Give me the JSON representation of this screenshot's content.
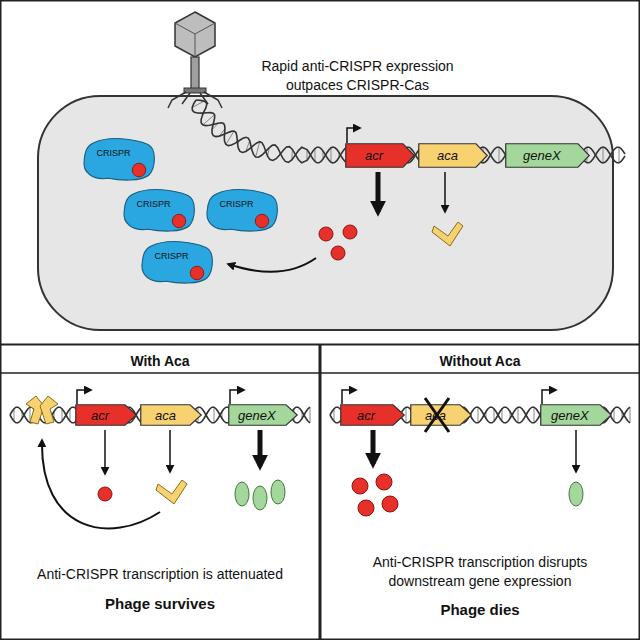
{
  "diagram": {
    "nodes": [
      {
        "text": [
          "Rapid anti-CRISPR expression outpaces CRISPR-Cas"
        ]
      },
      {
        "text": [
          "With Aca",
          "Anti-CRISPR transcription is attenuated",
          "Phage survives"
        ]
      },
      {
        "text": [
          "Without Aca",
          "Anti-CRISPR transcription disrupts downstream gene expression",
          "Phage dies"
        ]
      },
      {
        "text": [
          "CRISPR"
        ],
        "in": 0
      },
      {
        "text": [
          "CRISPR"
        ],
        "in": 0
      },
      {
        "text": [
          "CRISPR"
        ],
        "in": 0
      },
      {
        "text": [
          "CRISPR"
        ],
        "in": 0
      },
      {
        "text": [
          "acr"
        ],
        "in": 0
      },
      {
        "text": [
          "aca"
        ],
        "in": 0
      },
      {
        "text": [
          "geneX"
        ],
        "in": 0
      },
      {
        "text": [
          "acr"
        ],
        "in": 1
      },
      {
        "text": [
          "aca"
        ],
        "in": 1
      },
      {
        "text": [
          "geneX"
        ],
        "in": 1
      },
      {
        "text": [
          "acr"
        ],
        "in": 2
      },
      {
        "text": [
          "aca"
        ],
        "in": 2
      },
      {
        "text": [
          "geneX"
        ],
        "in": 2
      }
    ]
  }
}
